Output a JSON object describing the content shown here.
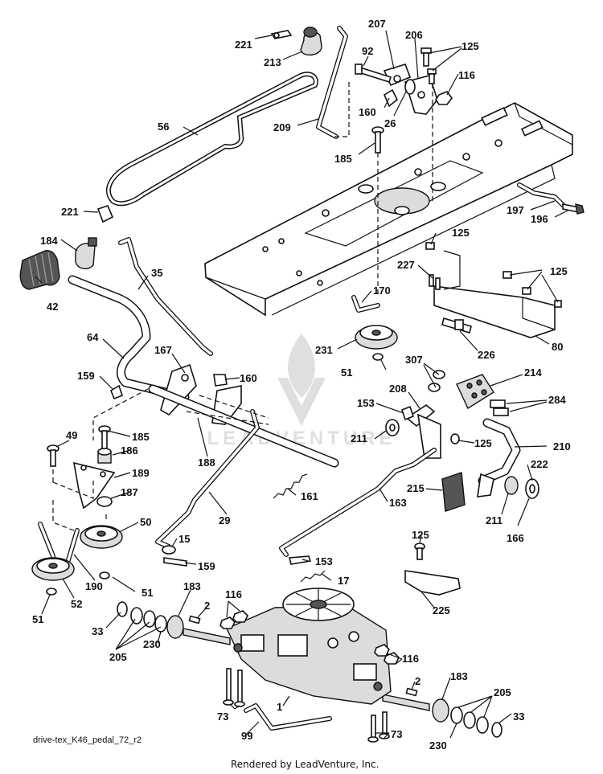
{
  "diagram": {
    "file_code": "drive-tex_K46_pedal_72_r2",
    "credit": "Rendered by LeadVenture, Inc.",
    "watermark_text": "LEADVENTURE",
    "callouts": [
      {
        "id": "c221a",
        "text": "221"
      },
      {
        "id": "c213",
        "text": "213"
      },
      {
        "id": "c207",
        "text": "207"
      },
      {
        "id": "c206",
        "text": "206"
      },
      {
        "id": "c125a",
        "text": "125"
      },
      {
        "id": "c92",
        "text": "92"
      },
      {
        "id": "c116a",
        "text": "116"
      },
      {
        "id": "c56",
        "text": "56"
      },
      {
        "id": "c160a",
        "text": "160"
      },
      {
        "id": "c26",
        "text": "26"
      },
      {
        "id": "c209",
        "text": "209"
      },
      {
        "id": "c185a",
        "text": "185"
      },
      {
        "id": "c221b",
        "text": "221"
      },
      {
        "id": "c197",
        "text": "197"
      },
      {
        "id": "c196",
        "text": "196"
      },
      {
        "id": "c184",
        "text": "184"
      },
      {
        "id": "c125b",
        "text": "125"
      },
      {
        "id": "c35",
        "text": "35"
      },
      {
        "id": "c227",
        "text": "227"
      },
      {
        "id": "c125c",
        "text": "125"
      },
      {
        "id": "c42",
        "text": "42"
      },
      {
        "id": "c170",
        "text": "170"
      },
      {
        "id": "c64",
        "text": "64"
      },
      {
        "id": "c80",
        "text": "80"
      },
      {
        "id": "c231",
        "text": "231"
      },
      {
        "id": "c226",
        "text": "226"
      },
      {
        "id": "c167",
        "text": "167"
      },
      {
        "id": "c307",
        "text": "307"
      },
      {
        "id": "c214",
        "text": "214"
      },
      {
        "id": "c51a",
        "text": "51"
      },
      {
        "id": "c159a",
        "text": "159"
      },
      {
        "id": "c160b",
        "text": "160"
      },
      {
        "id": "c284",
        "text": "284"
      },
      {
        "id": "c208",
        "text": "208"
      },
      {
        "id": "c153a",
        "text": "153"
      },
      {
        "id": "c49",
        "text": "49"
      },
      {
        "id": "c185b",
        "text": "185"
      },
      {
        "id": "c211a",
        "text": "211"
      },
      {
        "id": "c125d",
        "text": "125"
      },
      {
        "id": "c210",
        "text": "210"
      },
      {
        "id": "c186",
        "text": "186"
      },
      {
        "id": "c188",
        "text": "188"
      },
      {
        "id": "c222",
        "text": "222"
      },
      {
        "id": "c189",
        "text": "189"
      },
      {
        "id": "c161",
        "text": "161"
      },
      {
        "id": "c215",
        "text": "215"
      },
      {
        "id": "c187",
        "text": "187"
      },
      {
        "id": "c163",
        "text": "163"
      },
      {
        "id": "c211b",
        "text": "211"
      },
      {
        "id": "c166",
        "text": "166"
      },
      {
        "id": "c29",
        "text": "29"
      },
      {
        "id": "c50",
        "text": "50"
      },
      {
        "id": "c15",
        "text": "15"
      },
      {
        "id": "c125e",
        "text": "125"
      },
      {
        "id": "c159b",
        "text": "159"
      },
      {
        "id": "c153b",
        "text": "153"
      },
      {
        "id": "c190",
        "text": "190"
      },
      {
        "id": "c51b",
        "text": "51"
      },
      {
        "id": "c17",
        "text": "17"
      },
      {
        "id": "c52",
        "text": "52"
      },
      {
        "id": "c183a",
        "text": "183"
      },
      {
        "id": "c116b",
        "text": "116"
      },
      {
        "id": "c51c",
        "text": "51"
      },
      {
        "id": "c2a",
        "text": "2"
      },
      {
        "id": "c225",
        "text": "225"
      },
      {
        "id": "c33a",
        "text": "33"
      },
      {
        "id": "c205a",
        "text": "205"
      },
      {
        "id": "c230a",
        "text": "230"
      },
      {
        "id": "c116c",
        "text": "116"
      },
      {
        "id": "c2b",
        "text": "2"
      },
      {
        "id": "c183b",
        "text": "183"
      },
      {
        "id": "c205b",
        "text": "205"
      },
      {
        "id": "c1",
        "text": "1"
      },
      {
        "id": "c73a",
        "text": "73"
      },
      {
        "id": "c33b",
        "text": "33"
      },
      {
        "id": "c99",
        "text": "99"
      },
      {
        "id": "c73b",
        "text": "73"
      },
      {
        "id": "c230b",
        "text": "230"
      }
    ]
  }
}
